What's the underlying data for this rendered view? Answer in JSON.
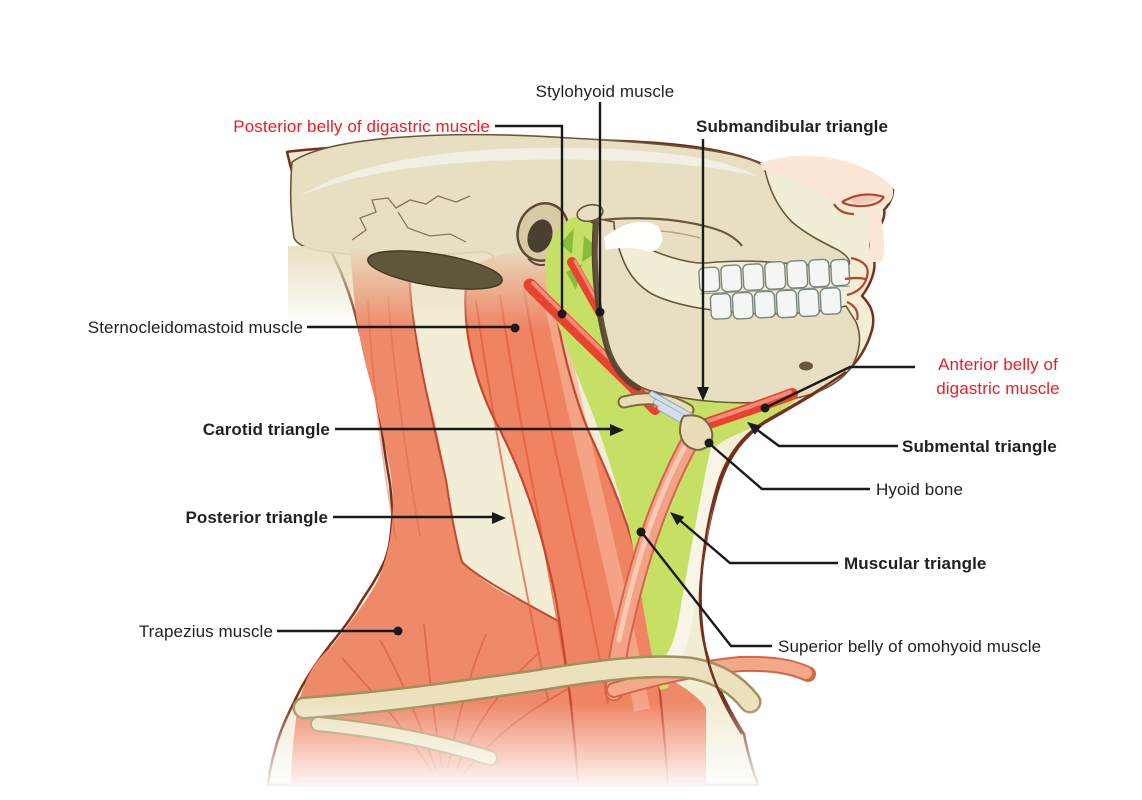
{
  "diagram": {
    "labels": [
      {
        "text": "Stylohyoid muscle",
        "color": "black",
        "weight": "normal"
      },
      {
        "text": "Posterior belly of digastric muscle",
        "color": "red",
        "weight": "normal"
      },
      {
        "text": "Submandibular triangle",
        "color": "black",
        "weight": "bold"
      },
      {
        "text": "Sternocleidomastoid muscle",
        "color": "black",
        "weight": "normal"
      },
      {
        "text": "Carotid triangle",
        "color": "black",
        "weight": "bold"
      },
      {
        "text": "Posterior triangle",
        "color": "black",
        "weight": "bold"
      },
      {
        "text": "Trapezius muscle",
        "color": "black",
        "weight": "normal"
      },
      {
        "text": "Anterior belly of digastric muscle",
        "color": "red",
        "weight": "normal"
      },
      {
        "text": "Submental triangle",
        "color": "black",
        "weight": "bold"
      },
      {
        "text": "Hyoid bone",
        "color": "black",
        "weight": "normal"
      },
      {
        "text": "Muscular triangle",
        "color": "black",
        "weight": "bold"
      },
      {
        "text": "Superior belly of omohyoid muscle",
        "color": "black",
        "weight": "normal"
      }
    ]
  },
  "colors": {
    "background": "#ffffff",
    "label_black": "#231f20",
    "label_red": "#ed1c24",
    "leader_line": "#1a1a1a",
    "skin_cream": "#f2edd5",
    "skin_outline": "#76301c",
    "bone": "#e8dfc2",
    "muscle_red": "#ee8a68",
    "muscle_bright_red": "#e8432f",
    "triangle_green": "#c6e066",
    "hyoid_bone": "#e9ddb8",
    "tendon_blue": "#d3e0ea",
    "teeth_white": "#f3f6f2"
  }
}
